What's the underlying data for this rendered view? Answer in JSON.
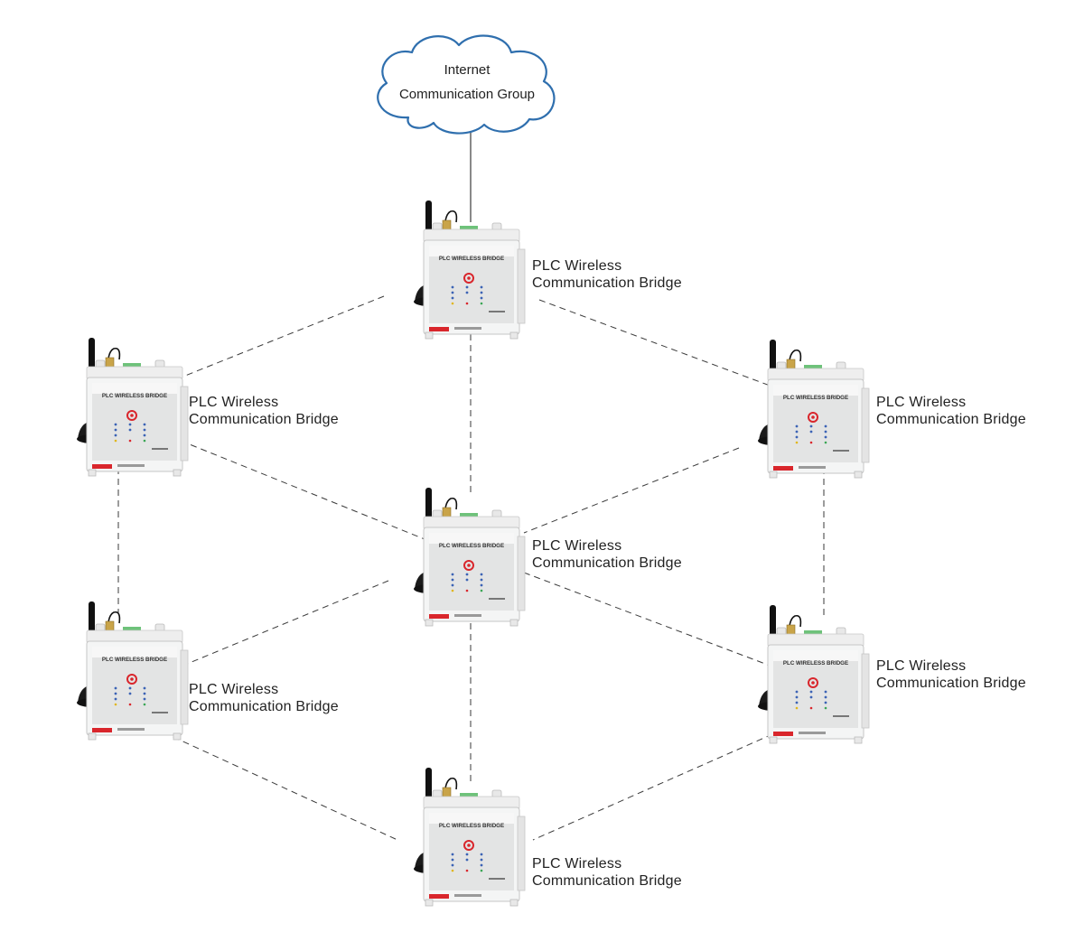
{
  "cloud": {
    "line1": "Internet",
    "line2": "Communication Group"
  },
  "device": {
    "panel_title": "PLC WIRELESS BRIDGE",
    "colors": {
      "body": "#f4f5f5",
      "panel": "#e3e4e4",
      "logo_red": "#d9262c",
      "antenna": "#111111",
      "connector": "#c9a449",
      "tag_red": "#d9262c"
    }
  },
  "nodes": [
    {
      "id": "top",
      "label_line1": "PLC Wireless",
      "label_line2": "Communication Bridge"
    },
    {
      "id": "left-upper",
      "label_line1": "PLC Wireless",
      "label_line2": "Communication Bridge"
    },
    {
      "id": "right-upper",
      "label_line1": "PLC Wireless",
      "label_line2": "Communication Bridge"
    },
    {
      "id": "center",
      "label_line1": "PLC Wireless",
      "label_line2": "Communication Bridge"
    },
    {
      "id": "left-lower",
      "label_line1": "PLC Wireless",
      "label_line2": "Communication Bridge"
    },
    {
      "id": "right-lower",
      "label_line1": "PLC Wireless",
      "label_line2": "Communication Bridge"
    },
    {
      "id": "bottom",
      "label_line1": "PLC Wireless",
      "label_line2": "Communication Bridge"
    }
  ],
  "links": [
    {
      "from": "cloud",
      "to": "top",
      "style": "solid"
    },
    {
      "from": "top",
      "to": "left-upper",
      "style": "dashed"
    },
    {
      "from": "top",
      "to": "right-upper",
      "style": "dashed"
    },
    {
      "from": "top",
      "to": "center",
      "style": "dashed"
    },
    {
      "from": "left-upper",
      "to": "center",
      "style": "dashed"
    },
    {
      "from": "right-upper",
      "to": "center",
      "style": "dashed"
    },
    {
      "from": "left-upper",
      "to": "left-lower",
      "style": "dashed"
    },
    {
      "from": "right-upper",
      "to": "right-lower",
      "style": "dashed"
    },
    {
      "from": "center",
      "to": "left-lower",
      "style": "dashed"
    },
    {
      "from": "center",
      "to": "right-lower",
      "style": "dashed"
    },
    {
      "from": "center",
      "to": "bottom",
      "style": "dashed"
    },
    {
      "from": "left-lower",
      "to": "bottom",
      "style": "dashed"
    },
    {
      "from": "right-lower",
      "to": "bottom",
      "style": "dashed"
    }
  ]
}
